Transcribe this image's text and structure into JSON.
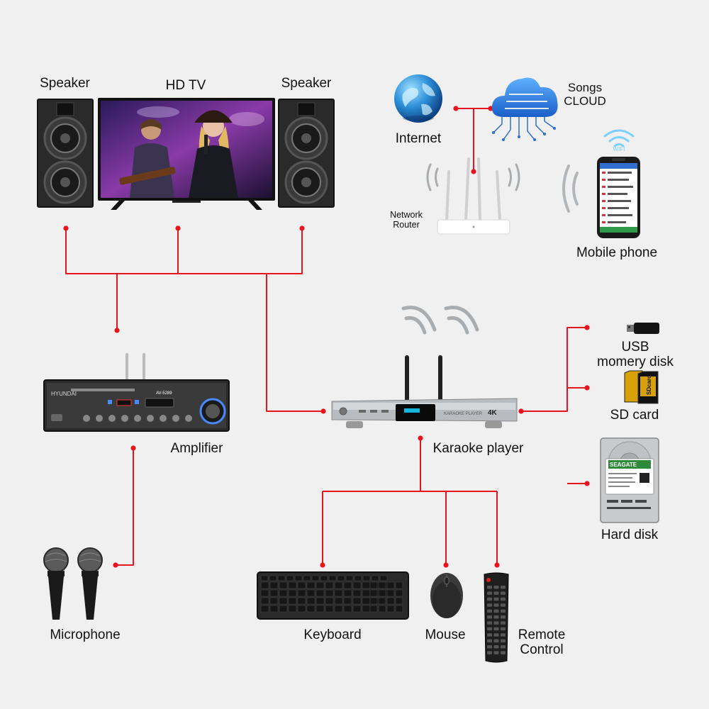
{
  "labels": {
    "speaker_left": "Speaker",
    "hd_tv": "HD TV",
    "speaker_right": "Speaker",
    "internet": "Internet",
    "songs_cloud_line1": "Songs",
    "songs_cloud_line2": "CLOUD",
    "network_router_line1": "Network",
    "network_router_line2": "Router",
    "wifi": "WIFI",
    "mobile_phone": "Mobile phone",
    "amplifier": "Amplifier",
    "karaoke_player": "Karaoke player",
    "usb_line1": "USB",
    "usb_line2": "momery disk",
    "sd_card": "SD card",
    "hard_disk": "Hard disk",
    "microphone": "Microphone",
    "keyboard": "Keyboard",
    "mouse": "Mouse",
    "remote_line1": "Remote",
    "remote_line2": "Control"
  },
  "device_text": {
    "amp_brand": "HYUNDAI",
    "amp_model": "AV-5289",
    "player_brand": "KARAOKE PLAYER",
    "player_4k": "4K",
    "sd_brand": "SDcard",
    "hdd_brand": "SEAGATE"
  },
  "colors": {
    "wire": "#e8141c",
    "background": "#f0f0f0",
    "cloud": "#2f7ad8",
    "wifi_wave": "#9aa0a3"
  }
}
